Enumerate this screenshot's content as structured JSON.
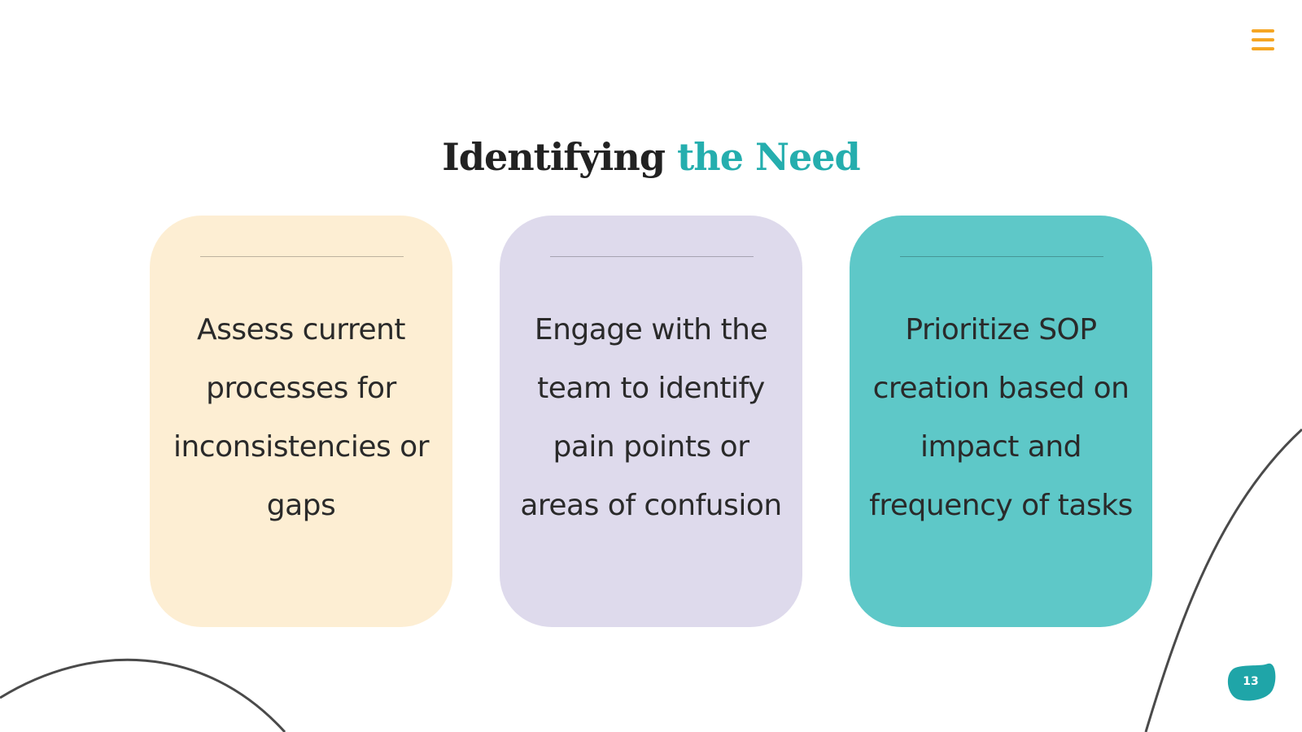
{
  "slide": {
    "title_part1": "Identifying",
    "title_part2": "the Need",
    "page_number": "13"
  },
  "cards": [
    {
      "text": "Assess current processes for inconsistencies or gaps",
      "color": "#fdeed3"
    },
    {
      "text": "Engage with the team to identify pain points or areas of confusion",
      "color": "#dedaec"
    },
    {
      "text": "Prioritize SOP creation based on impact and frequency of tasks",
      "color": "#5ec8c8"
    }
  ],
  "colors": {
    "accent": "#25aeae",
    "menu": "#f5a623",
    "title_dark": "#222222"
  },
  "icons": {
    "menu": "hamburger-menu-icon",
    "page_badge": "blob-badge-icon"
  }
}
